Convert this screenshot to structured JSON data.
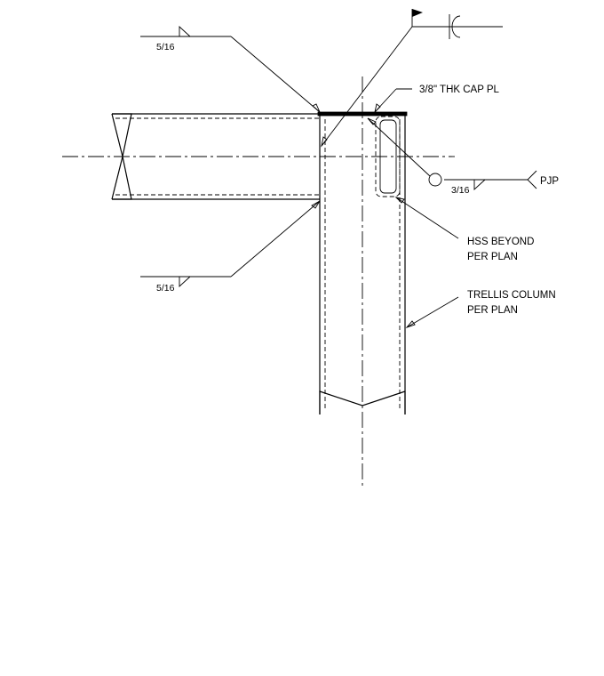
{
  "labels": {
    "weld_top": "5/16",
    "weld_bottom": "5/16",
    "weld_pjp": "3/16",
    "pjp": "PJP",
    "cap_plate": "3/8\" THK CAP PL",
    "hss_line1": "HSS BEYOND",
    "hss_line2": "PER PLAN",
    "column_line1": "TRELLIS COLUMN",
    "column_line2": "PER PLAN"
  }
}
